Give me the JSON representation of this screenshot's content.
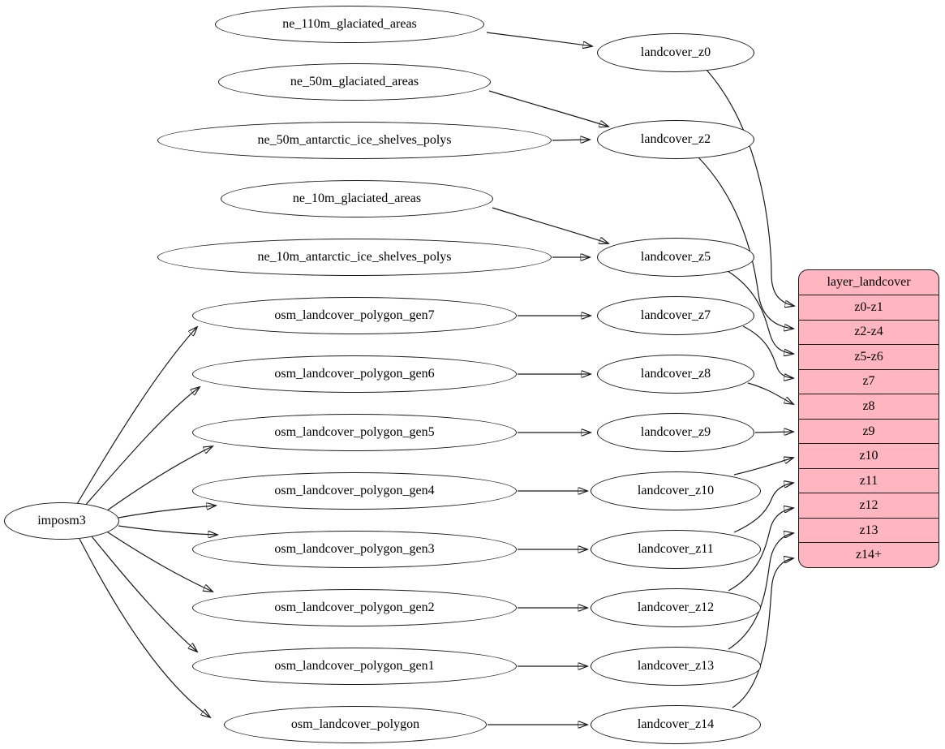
{
  "nodes": {
    "imposm3": "imposm3",
    "ne_110m_glaciated_areas": "ne_110m_glaciated_areas",
    "ne_50m_glaciated_areas": "ne_50m_glaciated_areas",
    "ne_50m_antarctic_ice_shelves_polys": "ne_50m_antarctic_ice_shelves_polys",
    "ne_10m_glaciated_areas": "ne_10m_glaciated_areas",
    "ne_10m_antarctic_ice_shelves_polys": "ne_10m_antarctic_ice_shelves_polys",
    "osm_landcover_polygon_gen7": "osm_landcover_polygon_gen7",
    "osm_landcover_polygon_gen6": "osm_landcover_polygon_gen6",
    "osm_landcover_polygon_gen5": "osm_landcover_polygon_gen5",
    "osm_landcover_polygon_gen4": "osm_landcover_polygon_gen4",
    "osm_landcover_polygon_gen3": "osm_landcover_polygon_gen3",
    "osm_landcover_polygon_gen2": "osm_landcover_polygon_gen2",
    "osm_landcover_polygon_gen1": "osm_landcover_polygon_gen1",
    "osm_landcover_polygon": "osm_landcover_polygon",
    "landcover_z0": "landcover_z0",
    "landcover_z2": "landcover_z2",
    "landcover_z5": "landcover_z5",
    "landcover_z7": "landcover_z7",
    "landcover_z8": "landcover_z8",
    "landcover_z9": "landcover_z9",
    "landcover_z10": "landcover_z10",
    "landcover_z11": "landcover_z11",
    "landcover_z12": "landcover_z12",
    "landcover_z13": "landcover_z13",
    "landcover_z14": "landcover_z14"
  },
  "table": {
    "title": "layer_landcover",
    "rows": [
      "z0-z1",
      "z2-z4",
      "z5-z6",
      "z7",
      "z8",
      "z9",
      "z10",
      "z11",
      "z12",
      "z13",
      "z14+"
    ]
  },
  "edges": [
    {
      "from": "ne_110m_glaciated_areas",
      "to": "landcover_z0"
    },
    {
      "from": "ne_50m_glaciated_areas",
      "to": "landcover_z2"
    },
    {
      "from": "ne_50m_antarctic_ice_shelves_polys",
      "to": "landcover_z2"
    },
    {
      "from": "ne_10m_glaciated_areas",
      "to": "landcover_z5"
    },
    {
      "from": "ne_10m_antarctic_ice_shelves_polys",
      "to": "landcover_z5"
    },
    {
      "from": "imposm3",
      "to": "osm_landcover_polygon_gen7"
    },
    {
      "from": "imposm3",
      "to": "osm_landcover_polygon_gen6"
    },
    {
      "from": "imposm3",
      "to": "osm_landcover_polygon_gen5"
    },
    {
      "from": "imposm3",
      "to": "osm_landcover_polygon_gen4"
    },
    {
      "from": "imposm3",
      "to": "osm_landcover_polygon_gen3"
    },
    {
      "from": "imposm3",
      "to": "osm_landcover_polygon_gen2"
    },
    {
      "from": "imposm3",
      "to": "osm_landcover_polygon_gen1"
    },
    {
      "from": "imposm3",
      "to": "osm_landcover_polygon"
    },
    {
      "from": "osm_landcover_polygon_gen7",
      "to": "landcover_z7"
    },
    {
      "from": "osm_landcover_polygon_gen6",
      "to": "landcover_z8"
    },
    {
      "from": "osm_landcover_polygon_gen5",
      "to": "landcover_z9"
    },
    {
      "from": "osm_landcover_polygon_gen4",
      "to": "landcover_z10"
    },
    {
      "from": "osm_landcover_polygon_gen3",
      "to": "landcover_z11"
    },
    {
      "from": "osm_landcover_polygon_gen2",
      "to": "landcover_z12"
    },
    {
      "from": "osm_landcover_polygon_gen1",
      "to": "landcover_z13"
    },
    {
      "from": "osm_landcover_polygon",
      "to": "landcover_z14"
    },
    {
      "from": "landcover_z0",
      "to": "z0-z1"
    },
    {
      "from": "landcover_z2",
      "to": "z2-z4"
    },
    {
      "from": "landcover_z5",
      "to": "z5-z6"
    },
    {
      "from": "landcover_z7",
      "to": "z7"
    },
    {
      "from": "landcover_z8",
      "to": "z8"
    },
    {
      "from": "landcover_z9",
      "to": "z9"
    },
    {
      "from": "landcover_z10",
      "to": "z10"
    },
    {
      "from": "landcover_z11",
      "to": "z11"
    },
    {
      "from": "landcover_z12",
      "to": "z12"
    },
    {
      "from": "landcover_z13",
      "to": "z13"
    },
    {
      "from": "landcover_z14",
      "to": "z14+"
    }
  ],
  "colors": {
    "table_fill": "#FFB6C1",
    "node_fill": "#FFFFFF",
    "stroke": "#1A1A1A",
    "background": "#FFFFFF"
  }
}
